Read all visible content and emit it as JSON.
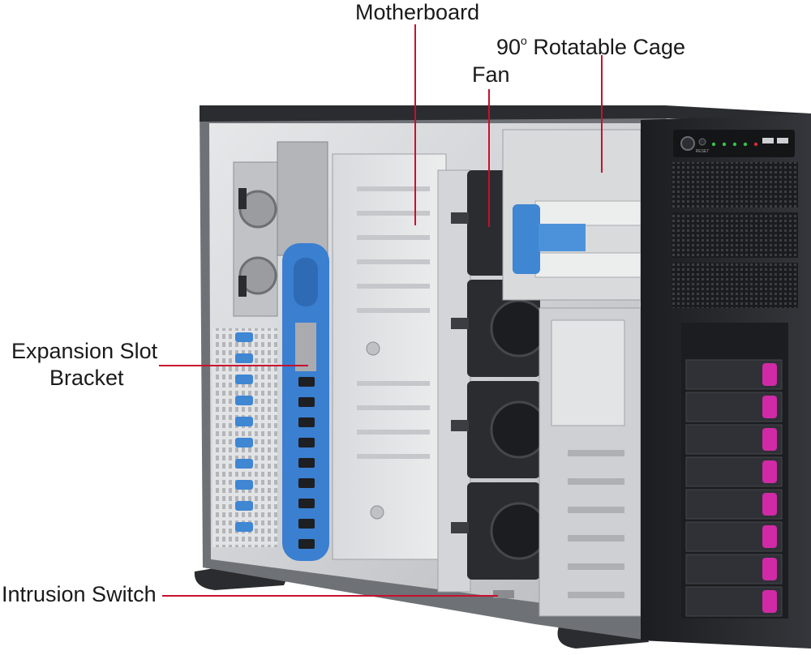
{
  "callouts": {
    "motherboard": "Motherboard",
    "cage": {
      "prefix": "90",
      "degree": "o",
      "suffix": " Rotatable Cage"
    },
    "fan": "Fan",
    "expansion_line1": "Expansion Slot",
    "expansion_line2": "Bracket",
    "intrusion": "Intrusion Switch"
  },
  "front_panel": {
    "reset_label": "RESET"
  },
  "colors": {
    "leader": "#c8102e",
    "chassis_dark": "#2a2c30",
    "chassis_frame": "#6e7176",
    "interior": "#c9cbce",
    "bracket_blue": "#3a7fd0",
    "drive_latch": "#d02aa6",
    "led_green": "#36c24a"
  }
}
